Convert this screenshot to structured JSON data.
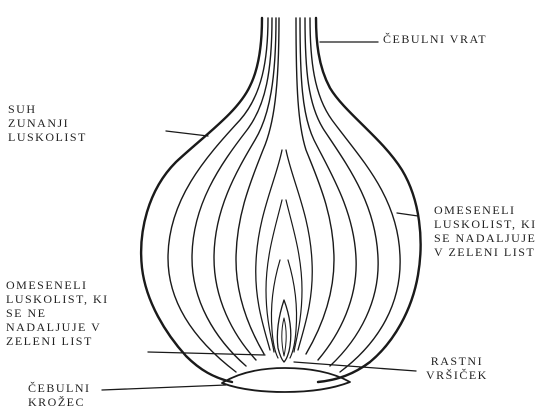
{
  "diagram": {
    "labels": {
      "cebulni_vrat": [
        "ČEBULNI VRAT"
      ],
      "suh_zunanji_luskolist": [
        "SUH",
        "ZUNANJI",
        "LUSKOLIST"
      ],
      "omeseneli_right": [
        "OMESENELI",
        "LUSKOLIST, KI",
        "SE NADALJUJE",
        "V ZELENI LIST"
      ],
      "omeseneli_left": [
        "OMESENELI",
        "LUSKOLIST, KI",
        "SE NE",
        "NADALJUJE V",
        "ZELENI LIST"
      ],
      "rastni_vrsicek": [
        "RASTNI",
        "VRŠIČEK"
      ],
      "cebulni_krozec": [
        "ČEBULNI",
        "KROŽEC"
      ]
    },
    "stroke_color": "#1a1a1a",
    "background_color": "#ffffff"
  }
}
